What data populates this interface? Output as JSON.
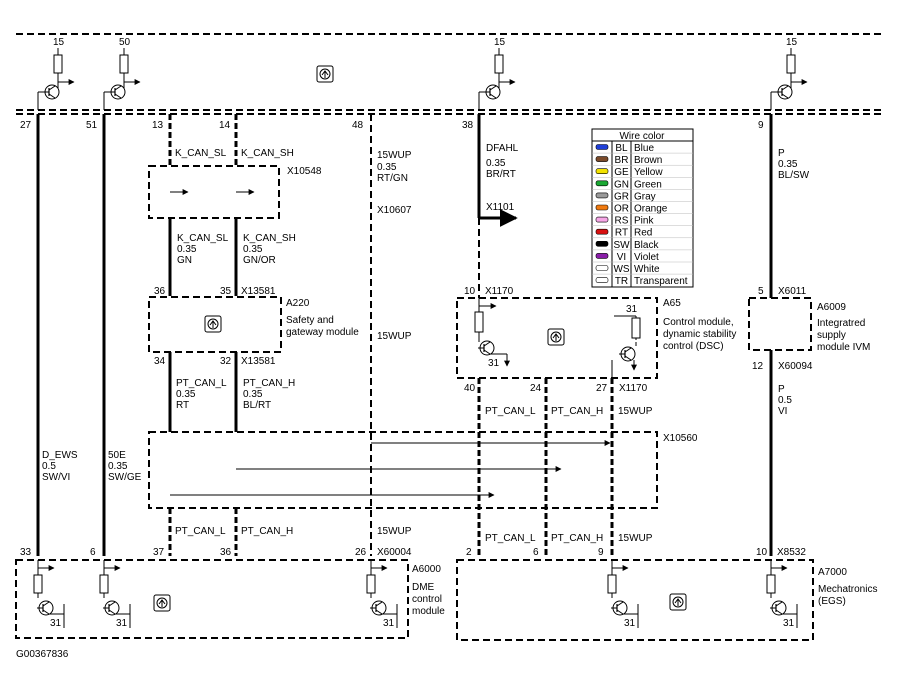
{
  "fuses": {
    "f1": "15",
    "f2": "50",
    "f3": "15",
    "f4": "15"
  },
  "pins_top": {
    "p27": "27",
    "p51": "51",
    "p13": "13",
    "p14": "14",
    "p48": "48",
    "p38": "38",
    "p9": "9"
  },
  "wires_top": {
    "k_can_sl": "K_CAN_SL",
    "k_can_sh": "K_CAN_SH",
    "w15wup_name": "15WUP",
    "w15wup_size": "0.35",
    "w15wup_color": "RT/GN",
    "dfahl_name": "DFAHL",
    "dfahl_size": "0.35",
    "dfahl_color": "BR/RT",
    "p_name": "P",
    "p_size": "0.35",
    "p_color": "BL/SW"
  },
  "connectors": {
    "x10548": "X10548",
    "x10607": "X10607",
    "x1101": "X1101",
    "x13581a": "X13581",
    "x13581b": "X13581",
    "x1170a": "X1170",
    "x1170b": "X1170",
    "x6011": "X6011",
    "x60094": "X60094",
    "x10560": "X10560",
    "x60004": "X60004",
    "x8532": "X8532"
  },
  "wires_mid": {
    "ksl_name": "K_CAN_SL",
    "ksl_size": "0.35",
    "ksl_color": "GN",
    "ksh_name": "K_CAN_SH",
    "ksh_size": "0.35",
    "ksh_color": "GN/OR",
    "w15wup_a220": "15WUP"
  },
  "pins_mid": {
    "p36": "36",
    "p35": "35",
    "p10": "10",
    "p5": "5",
    "p34": "34",
    "p32": "32",
    "p40": "40",
    "p24": "24",
    "p27": "27",
    "p12": "12",
    "p31a": "31",
    "p31b": "31"
  },
  "modules": {
    "a220_id": "A220",
    "a220_l1": "Safety and",
    "a220_l2": "gateway module",
    "a65_id": "A65",
    "a65_l1": "Control module,",
    "a65_l2": "dynamic stability",
    "a65_l3": "control (DSC)",
    "a6009_id": "A6009",
    "a6009_l1": "Integratred",
    "a6009_l2": "supply",
    "a6009_l3": "module IVM",
    "a6000_id": "A6000",
    "a6000_l1": "DME",
    "a6000_l2": "control",
    "a6000_l3": "module",
    "a7000_id": "A7000",
    "a7000_l1": "Mechatronics",
    "a7000_l2": "(EGS)"
  },
  "wires_low": {
    "ptl_name": "PT_CAN_L",
    "ptl_size": "0.35",
    "ptl_color": "RT",
    "pth_name": "PT_CAN_H",
    "pth_size": "0.35",
    "pth_color": "BL/RT",
    "dsc_ptl": "PT_CAN_L",
    "dsc_pth": "PT_CAN_H",
    "dsc_15": "15WUP",
    "p_name": "P",
    "p_size": "0.5",
    "p_color": "VI",
    "dews_name": "D_EWS",
    "dews_size": "0.5",
    "dews_color": "SW/VI",
    "e50_name": "50E",
    "e50_size": "0.35",
    "e50_color": "SW/GE",
    "b_ptl": "PT_CAN_L",
    "b_pth": "PT_CAN_H",
    "b_15": "15WUP",
    "b_dsc_ptl": "PT_CAN_L",
    "b_dsc_pth": "PT_CAN_H",
    "b_dsc_15": "15WUP"
  },
  "pins_bottom": {
    "p33": "33",
    "p6": "6",
    "p37": "37",
    "p36": "36",
    "p26": "26",
    "p2": "2",
    "p6b": "6",
    "p9": "9",
    "p10": "10"
  },
  "grounds": {
    "g1": "31",
    "g2": "31",
    "g3": "31",
    "g4": "31",
    "g5": "31"
  },
  "legend": {
    "title": "Wire color",
    "entries": [
      {
        "code": "BL",
        "name": "Blue",
        "color": "#1f3fd8"
      },
      {
        "code": "BR",
        "name": "Brown",
        "color": "#7a4a2a"
      },
      {
        "code": "GE",
        "name": "Yellow",
        "color": "#f2e200"
      },
      {
        "code": "GN",
        "name": "Green",
        "color": "#1aa832"
      },
      {
        "code": "GR",
        "name": "Gray",
        "color": "#9a9a9a"
      },
      {
        "code": "OR",
        "name": "Orange",
        "color": "#f07a10"
      },
      {
        "code": "RS",
        "name": "Pink",
        "color": "#f6a6e6"
      },
      {
        "code": "RT",
        "name": "Red",
        "color": "#d81010"
      },
      {
        "code": "SW",
        "name": "Black",
        "color": "#000000"
      },
      {
        "code": "VI",
        "name": "Violet",
        "color": "#8a1ea8"
      },
      {
        "code": "WS",
        "name": "White",
        "color": "#ffffff"
      },
      {
        "code": "TR",
        "name": "Transparent",
        "color": "#ffffff"
      }
    ]
  },
  "figure_id": "G00367836"
}
